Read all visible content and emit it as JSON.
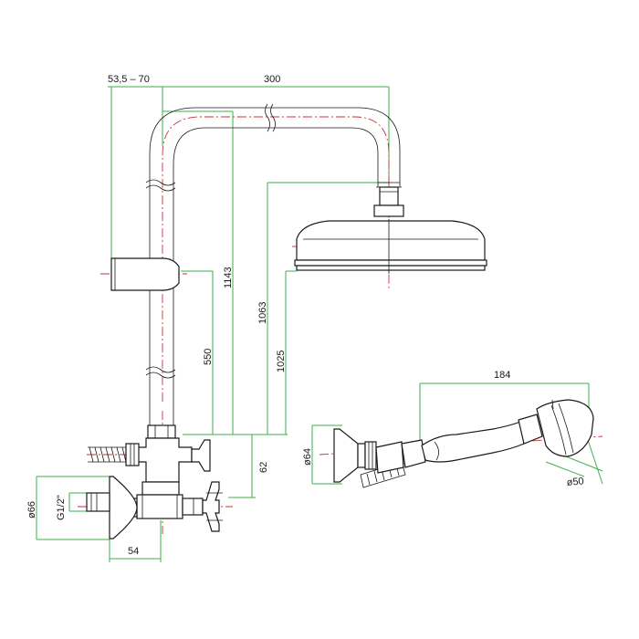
{
  "diagram": {
    "colors": {
      "dimension": "#3bb14a",
      "centerline": "#c8323c",
      "outline": "#1a1a1a"
    },
    "dimensions": {
      "arm_offset": "53,5 – 70",
      "arm_length": "300",
      "total_height": "1143",
      "head_height": "1063",
      "head_bottom_height": "1025",
      "slider_height": "550",
      "valve_offset": "62",
      "wall_flange_dia": "ø66",
      "thread_size": "G1/2\"",
      "flange_depth": "54",
      "hand_shower_length": "184",
      "holder_dia": "ø64",
      "hand_head_dia": "ø50"
    }
  }
}
